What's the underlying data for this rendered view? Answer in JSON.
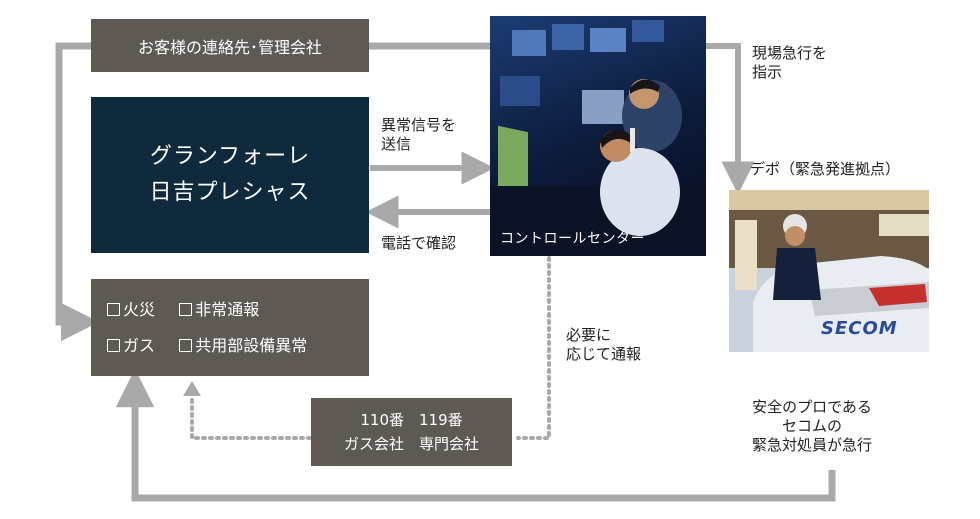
{
  "contacts_box": "お客様の連絡先･管理会社",
  "building": {
    "line1": "グランフォーレ",
    "line2": "日吉プレシャス"
  },
  "alarm_label": {
    "line1": "異常信号を",
    "line2": "送信"
  },
  "phone_label": "電話で確認",
  "control_center_caption": "コントロールセンター",
  "dispatch_label": {
    "line1": "現場急行を",
    "line2": "指示"
  },
  "depot_label": "デポ（緊急発進拠点）",
  "alarm_types": [
    "火災",
    "非常通報",
    "ガス",
    "共用部設備異常"
  ],
  "report_label": {
    "line1": "必要に",
    "line2": "応じて通報"
  },
  "emergency_box": {
    "line1": "110番　119番",
    "line2": "ガス会社　専門会社"
  },
  "staff_label": {
    "line1": "安全のプロである",
    "line2": "セコムの",
    "line3": "緊急対処員が急行"
  },
  "car_logo": "SECOM",
  "colors": {
    "box_gray": "#5e5953",
    "box_navy": "#0f2a3c",
    "arrow": "#a9a9a9"
  }
}
